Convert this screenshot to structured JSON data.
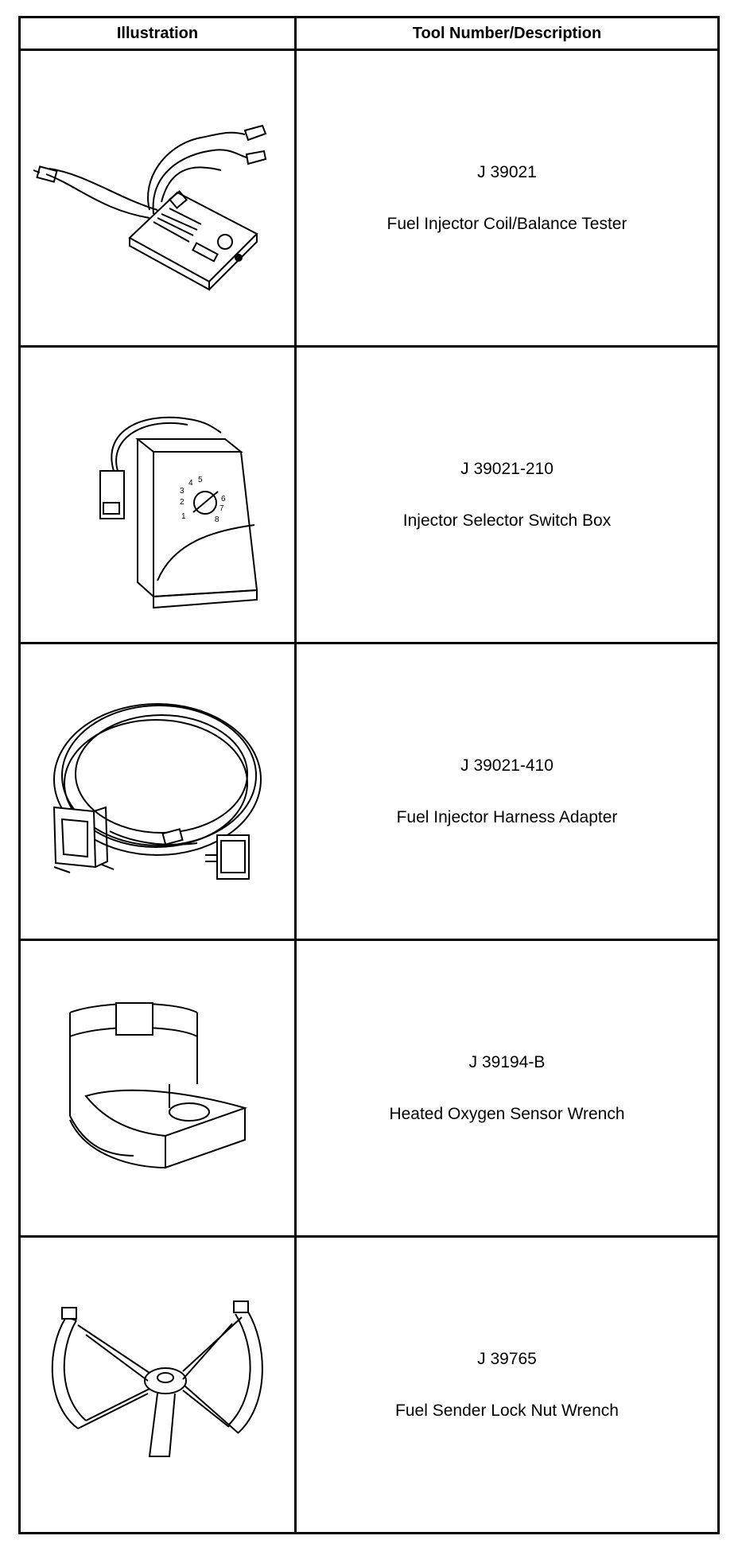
{
  "table": {
    "headers": {
      "illustration": "Illustration",
      "description": "Tool Number/Description"
    },
    "rows": [
      {
        "tool_number": "J 39021",
        "description": "Fuel Injector Coil/Balance Tester",
        "illustration_icon": "injector-tester-icon"
      },
      {
        "tool_number": "J 39021-210",
        "description": "Injector Selector Switch Box",
        "illustration_icon": "selector-switch-box-icon",
        "dial_numbers": [
          "1",
          "2",
          "3",
          "4",
          "5",
          "6",
          "7",
          "8"
        ]
      },
      {
        "tool_number": "J 39021-410",
        "description": "Fuel Injector Harness Adapter",
        "illustration_icon": "harness-adapter-icon"
      },
      {
        "tool_number": "J 39194-B",
        "description": "Heated Oxygen Sensor Wrench",
        "illustration_icon": "oxygen-sensor-wrench-icon"
      },
      {
        "tool_number": "J 39765",
        "description": "Fuel Sender Lock Nut Wrench",
        "illustration_icon": "lock-nut-wrench-icon"
      }
    ]
  }
}
